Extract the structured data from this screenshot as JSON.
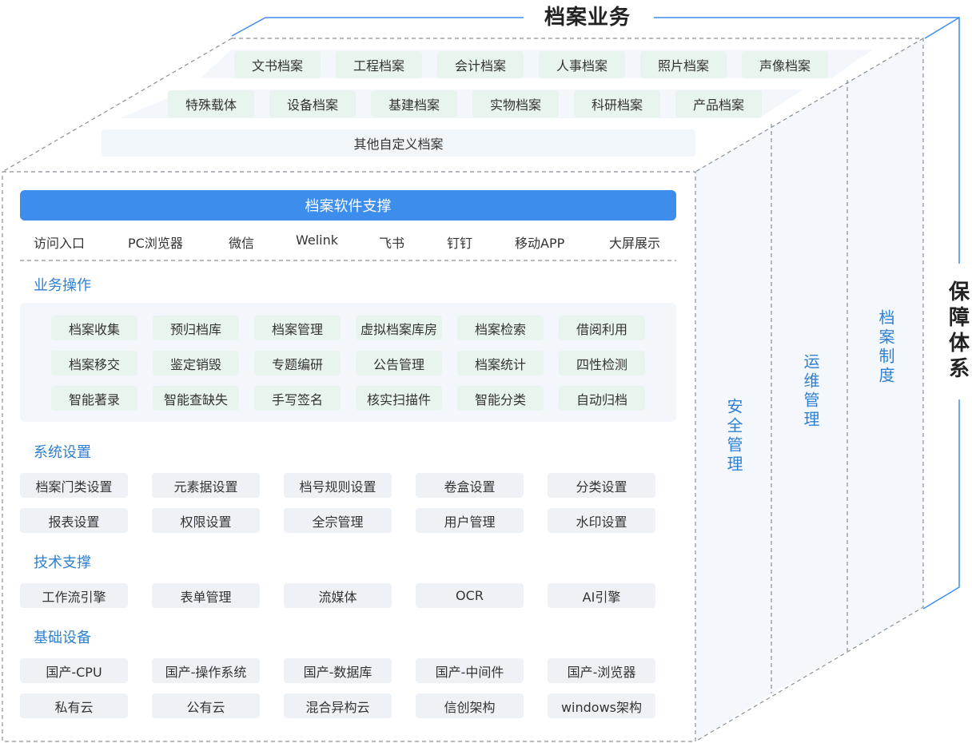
{
  "titles": {
    "business": "档案业务",
    "guarantee": "保障体系"
  },
  "archive_types": {
    "row1": [
      "文书档案",
      "工程档案",
      "会计档案",
      "人事档案",
      "照片档案",
      "声像档案"
    ],
    "row2": [
      "特殊载体",
      "设备档案",
      "基建档案",
      "实物档案",
      "科研档案",
      "产品档案"
    ],
    "custom": "其他自定义档案"
  },
  "software_support": "档案软件支撑",
  "access": [
    "访问入口",
    "PC浏览器",
    "微信",
    "Welink",
    "飞书",
    "钉钉",
    "移动APP",
    "大屏展示"
  ],
  "sections": {
    "business_ops": "业务操作",
    "system_settings": "系统设置",
    "tech_support": "技术支撑",
    "infrastructure": "基础设备"
  },
  "business_ops": [
    [
      "档案收集",
      "预归档库",
      "档案管理",
      "虚拟档案库房",
      "档案检索",
      "借阅利用"
    ],
    [
      "档案移交",
      "鉴定销毁",
      "专题编研",
      "公告管理",
      "档案统计",
      "四性检测"
    ],
    [
      "智能著录",
      "智能查缺失",
      "手写签名",
      "核实扫描件",
      "智能分类",
      "自动归档"
    ]
  ],
  "system_settings": [
    [
      "档案门类设置",
      "元素据设置",
      "档号规则设置",
      "卷盒设置",
      "分类设置"
    ],
    [
      "报表设置",
      "权限设置",
      "全宗管理",
      "用户管理",
      "水印设置"
    ]
  ],
  "tech_support": [
    [
      "工作流引擎",
      "表单管理",
      "流媒体",
      "OCR",
      "AI引擎"
    ]
  ],
  "infrastructure": [
    [
      "国产-CPU",
      "国产-操作系统",
      "国产-数据库",
      "国产-中间件",
      "国产-浏览器"
    ],
    [
      "私有云",
      "公有云",
      "混合异构云",
      "信创架构",
      "windows架构"
    ]
  ],
  "guarantee_pillars": [
    "安全管理",
    "运维管理",
    "档案制度"
  ],
  "colors": {
    "accent": "#3d8ded",
    "section_text": "#2f80d1",
    "pill_green": "#e8f4ee",
    "pill_gray": "#eef2f7"
  }
}
